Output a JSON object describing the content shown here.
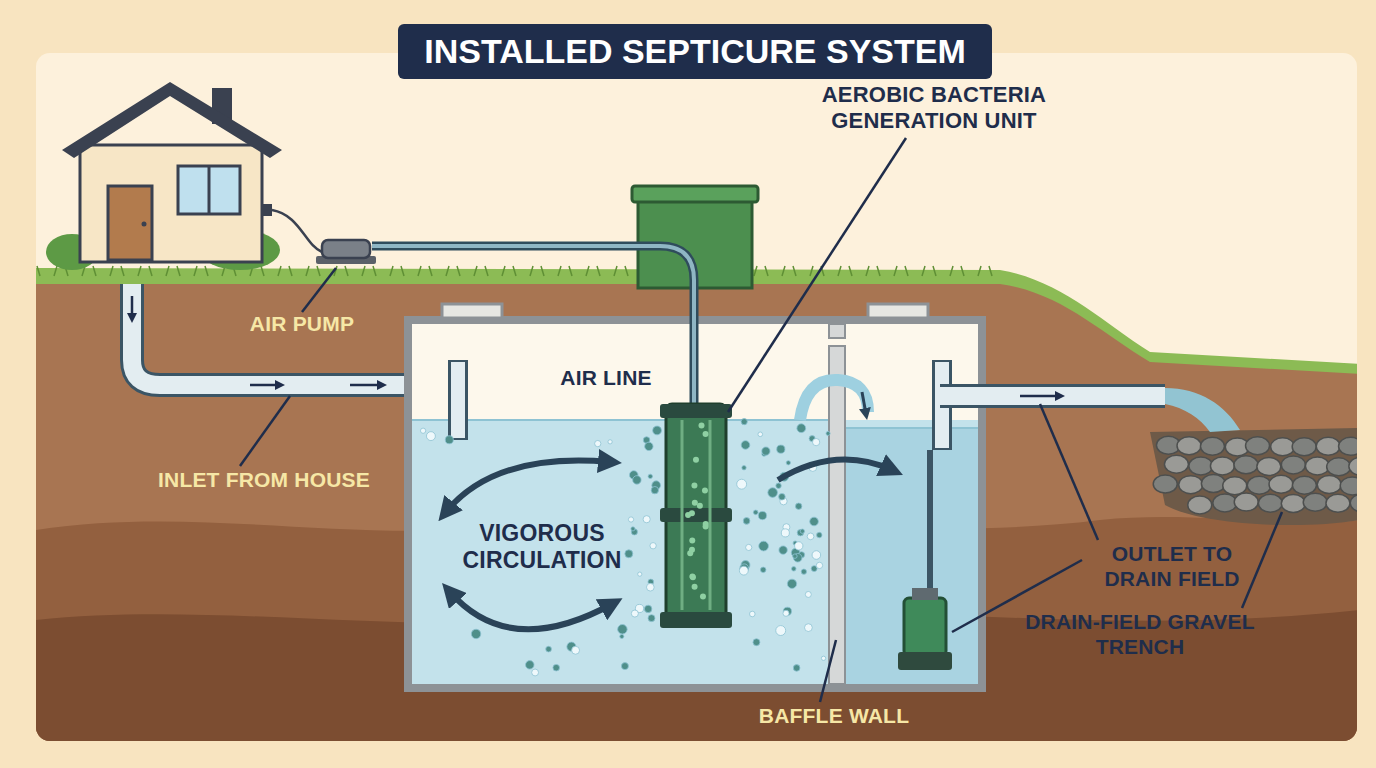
{
  "diagram": {
    "title": "INSTALLED SEPTICURE SYSTEM",
    "labels": [
      "AIR PUMP",
      "AIR LINE",
      "AEROBIC BACTERIA GENERATION UNIT",
      "INLET FROM HOUSE",
      "VIGOROUS CIRCULATION",
      "OUTLET TO DRAIN FIELD",
      "DRAIN-FIELD GRAVEL TRENCH",
      "BAFFLE WALL"
    ]
  }
}
